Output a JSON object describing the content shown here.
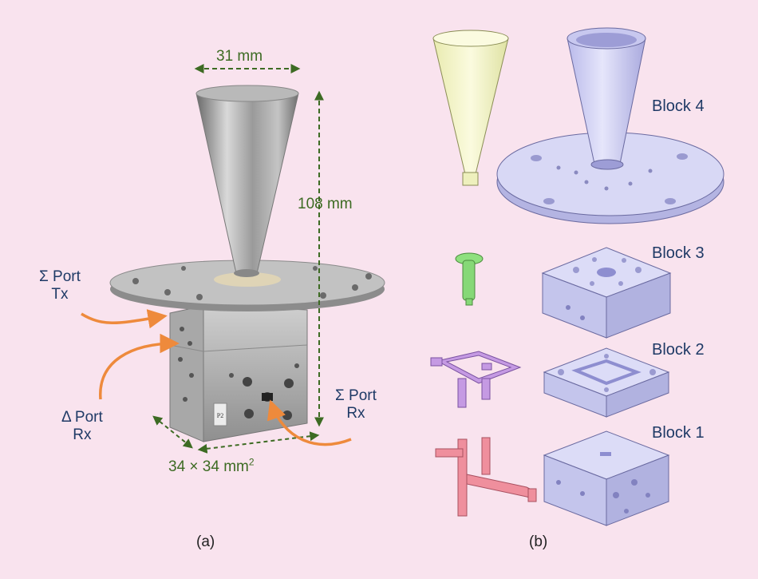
{
  "panel_a": {
    "label": "(a)",
    "dims": {
      "aperture": "31 mm",
      "height": "108 mm",
      "base_main": "34 × 34 mm",
      "base_exp": "2"
    },
    "ports": {
      "sigma_tx": {
        "line1": "Σ Port",
        "line2": "Tx"
      },
      "delta_rx": {
        "line1": "Δ Port",
        "line2": "Rx"
      },
      "sigma_rx": {
        "line1": "Σ Port",
        "line2": "Rx"
      }
    },
    "plate_marking": "P2"
  },
  "panel_b": {
    "label": "(b)",
    "blocks": [
      "Block 4",
      "Block 3",
      "Block 2",
      "Block 1"
    ]
  },
  "colors": {
    "background": "#f9e3ee",
    "dimension": "#3d6b23",
    "port_text": "#1f3a66",
    "port_arrow": "#ee8a3c",
    "part_cone": "#f4f5c4",
    "part_pin": "#8ee07e",
    "part_circuit": "#c59ae3",
    "part_feed": "#ef8f9d",
    "block": "#cfd0f1"
  }
}
